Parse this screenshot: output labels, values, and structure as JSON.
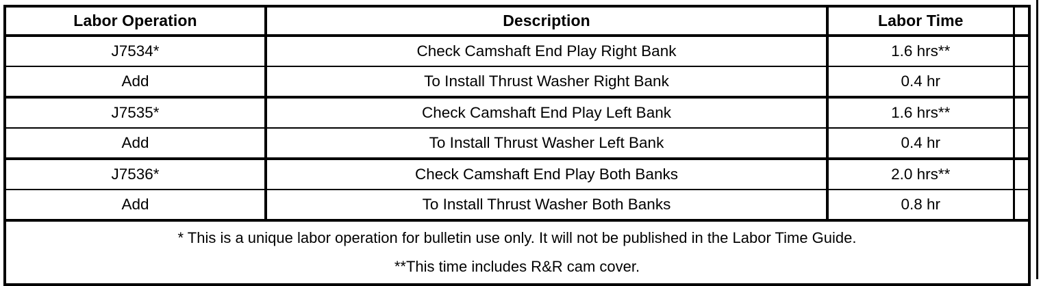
{
  "table": {
    "columns": [
      {
        "key": "labor_operation",
        "label": "Labor Operation"
      },
      {
        "key": "description",
        "label": "Description"
      },
      {
        "key": "labor_time",
        "label": "Labor Time"
      },
      {
        "key": "spacer",
        "label": ""
      }
    ],
    "rows": [
      {
        "labor_operation": "J7534*",
        "description": "Check Camshaft End Play Right Bank",
        "labor_time": "1.6 hrs**"
      },
      {
        "labor_operation": "Add",
        "description": "To Install Thrust Washer Right Bank",
        "labor_time": "0.4 hr"
      },
      {
        "labor_operation": "J7535*",
        "description": "Check Camshaft End Play Left Bank",
        "labor_time": "1.6 hrs**"
      },
      {
        "labor_operation": "Add",
        "description": "To Install Thrust Washer Left Bank",
        "labor_time": "0.4 hr"
      },
      {
        "labor_operation": "J7536*",
        "description": "Check Camshaft End Play Both Banks",
        "labor_time": "2.0 hrs**"
      },
      {
        "labor_operation": "Add",
        "description": "To Install Thrust Washer Both Banks",
        "labor_time": "0.8 hr"
      }
    ],
    "footnotes": {
      "single_asterisk": "* This is a unique labor operation for bulletin use only. It will not be published in the Labor Time Guide.",
      "double_asterisk": "**This time includes R&R cam cover."
    }
  },
  "colors": {
    "border": "#000000",
    "text": "#000000",
    "background": "#ffffff"
  }
}
